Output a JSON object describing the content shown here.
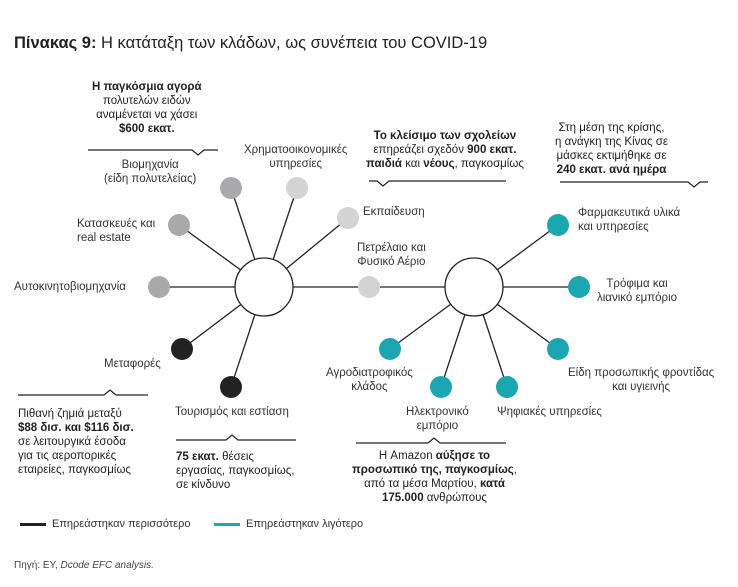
{
  "title": {
    "prefix": "Πίνακας 9:",
    "text": " Η κατάταξη των κλάδων, ως συνέπεια του COVID-19"
  },
  "colors": {
    "dark": "#222222",
    "teal": "#1aa7b1",
    "gray": "#a9a9ab",
    "light": "#d3d3d3",
    "line": "#222222"
  },
  "left_hub": {
    "spokes": [
      {
        "label": "Βιομηχανία\n(είδη πολυτελείας)",
        "color": "gray"
      },
      {
        "label": "Χρηματοοικονομικές\nυπηρεσίες",
        "color": "light"
      },
      {
        "label": "Εκπαίδευση",
        "color": "light"
      },
      {
        "label": "Κατασκευές και\nreal estate",
        "color": "gray"
      },
      {
        "label": "Αυτοκινητοβιομηχανία",
        "color": "gray"
      },
      {
        "label": "Μεταφορές",
        "color": "dark"
      },
      {
        "label": "Τουρισμός και εστίαση",
        "color": "dark"
      }
    ]
  },
  "bridge": {
    "label": "Πετρέλαιο και\nΦυσικό Αέριο",
    "color": "light"
  },
  "right_hub": {
    "spokes": [
      {
        "label": "Φαρμακευτικά υλικά\nκαι υπηρεσίες",
        "color": "teal"
      },
      {
        "label": "Τρόφιμα και\nλιανικό εμπόριο",
        "color": "teal"
      },
      {
        "label": "Είδη προσωπικής φροντίδας\nκαι υγιεινής",
        "color": "teal"
      },
      {
        "label": "Ψηφιακές υπηρεσίες",
        "color": "teal"
      },
      {
        "label": "Ηλεκτρονικό\nεμπόριο",
        "color": "teal"
      },
      {
        "label": "Αγροδιατροφικός\nκλάδος",
        "color": "teal"
      }
    ]
  },
  "notes": {
    "luxury": {
      "l1b": "Η παγκόσμια αγορά",
      "l2": "πολυτελών ειδών",
      "l3": "αναμένεται να χάσει",
      "l4b": "$600 εκατ."
    },
    "schools": {
      "l1b": "Το κλείσιμο των σχολείων",
      "l2a": "επηρεάζει σχεδόν ",
      "l2b": "900 εκατ.",
      "l3b1": "παιδιά",
      "l3a": " και ",
      "l3b2": "νέους",
      "l3c": ", παγκοσμίως"
    },
    "china": {
      "l1": "Στη μέση της κρίσης,",
      "l2": "η ανάγκη της Κίνας σε",
      "l3": "μάσκες εκτιμήθηκε σε",
      "l4b": "240 εκατ. ανά ημέρα"
    },
    "airlines": {
      "l1": "Πιθανή ζημιά μεταξύ",
      "l2b": "$88 δισ. και $116 δισ.",
      "l3": "σε λειτουργικά έσοδα",
      "l4": "για τις αεροπορικές",
      "l5": "εταιρείες, παγκοσμίως"
    },
    "tourism": {
      "l1b": "75 εκατ.",
      "l1": " θέσεις",
      "l2": "εργασίας, παγκοσμίως,",
      "l3": "σε κίνδυνο"
    },
    "amazon": {
      "l1a": "Η Amazon ",
      "l1b": "αύξησε το",
      "l2b": "προσωπικό της, παγκοσμίως",
      "l2c": ",",
      "l3a": "από τα μέσα Μαρτίου, ",
      "l3b": "κατά",
      "l4b": "175.000",
      "l4": " ανθρώπους"
    }
  },
  "legend": {
    "dark_label": "Επηρεάστηκαν περισσότερο",
    "teal_label": "Επηρεάστηκαν λιγότερο"
  },
  "source": {
    "prefix": "Πηγή: EY, ",
    "italic": "Dcode EFC analysis."
  }
}
